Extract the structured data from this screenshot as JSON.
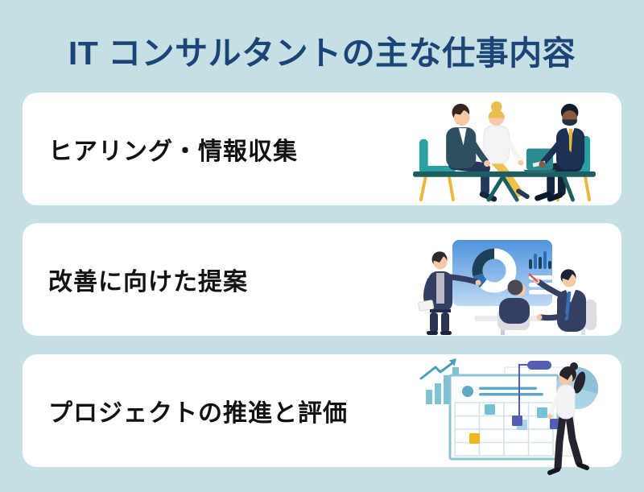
{
  "title": "IT コンサルタントの主な仕事内容",
  "colors": {
    "background": "#c5e0e5",
    "title": "#1d4476",
    "card": "#ffffff",
    "label_text": "#121212",
    "teal_accent": "#2aa0a4",
    "yellow_accent": "#e9b83f",
    "navy_accent": "#1c3154",
    "screen_blue": "#4f93dc",
    "indigo_note": "#545fb4",
    "board_teal": "#8fc3d3"
  },
  "cards": [
    {
      "label": "ヒアリング・情報収集",
      "illustration": "meeting-interview-illustration"
    },
    {
      "label": "改善に向けた提案",
      "illustration": "chart-presentation-illustration"
    },
    {
      "label": "プロジェクトの推進と評価",
      "illustration": "project-board-illustration"
    }
  ]
}
